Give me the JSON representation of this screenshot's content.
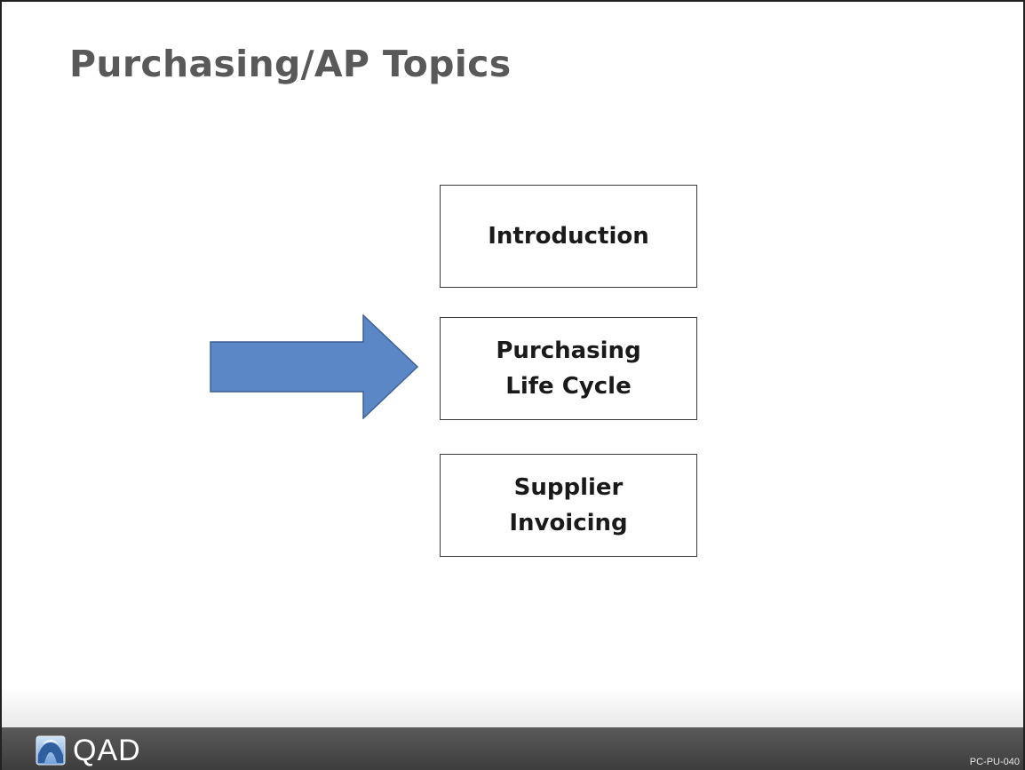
{
  "slide": {
    "title": "Purchasing/AP Topics",
    "topics": [
      {
        "label": "Introduction"
      },
      {
        "label": "Purchasing\nLife Cycle"
      },
      {
        "label": "Supplier\nInvoicing"
      }
    ],
    "current_topic_index": 1,
    "arrow_icon": "right-arrow-icon",
    "arrow_color": "#5b87c6",
    "arrow_stroke": "#3e6196"
  },
  "footer": {
    "logo_text": "QAD",
    "logo_icon": "qad-logo-icon",
    "slide_code": "PC-PU-040",
    "bar_color": "#4a4a4a"
  }
}
